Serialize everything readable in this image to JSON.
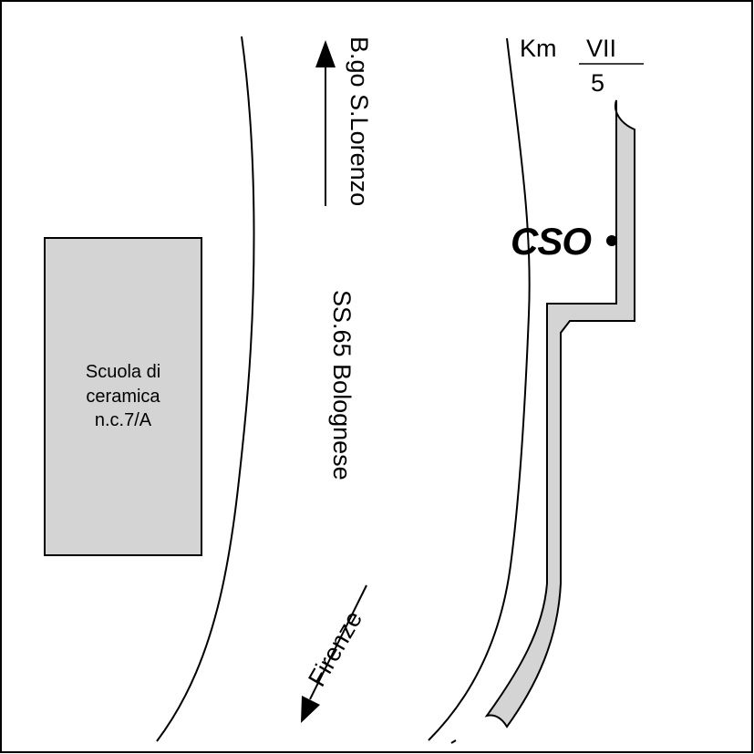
{
  "map": {
    "colors": {
      "background": "#ffffff",
      "line": "#000000",
      "building_fill": "#d4d4d4",
      "path_fill": "#d4d4d4"
    },
    "labels": {
      "borgo_direction": "B.go S.Lorenzo",
      "road_name": "SS.65 Bolognese",
      "firenze_direction": "Firenze",
      "km_prefix": "Km",
      "km_numeral": "VII",
      "km_fraction": "5",
      "station_code": "CSO"
    },
    "building": {
      "label_lines": [
        "Scuola di",
        "ceramica",
        "n.c.7/A"
      ]
    },
    "icons": {
      "north_arrow": "arrow-up-icon",
      "south_arrow": "arrow-down-left-icon",
      "station_marker": "station-dot-icon"
    }
  }
}
